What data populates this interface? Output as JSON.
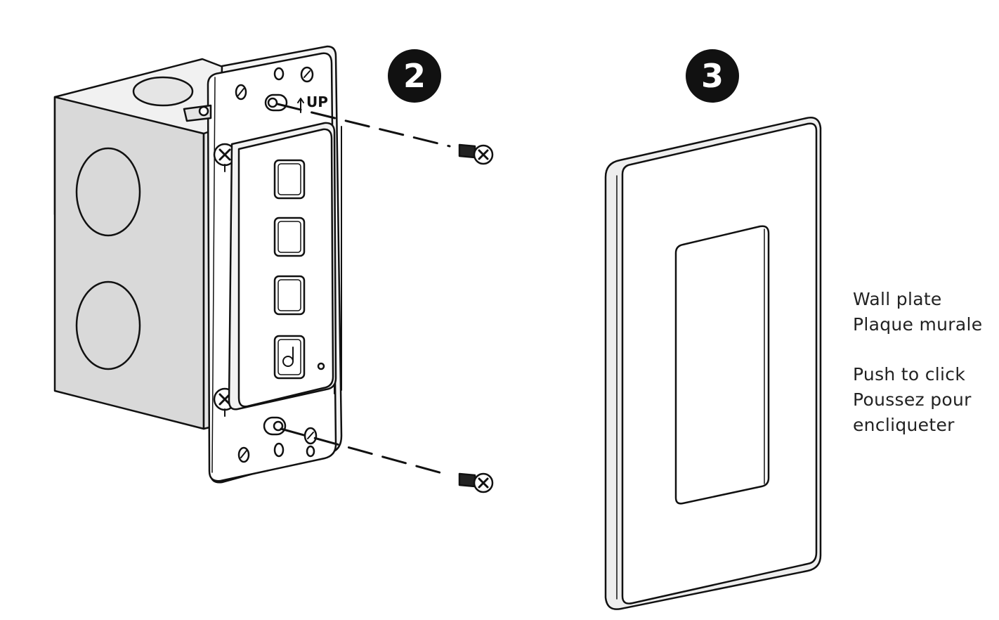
{
  "steps": {
    "step_2": "2",
    "step_3": "3"
  },
  "device": {
    "up_label": "UP"
  },
  "captions": {
    "wall_plate_en": "Wall plate",
    "wall_plate_fr": "Plaque murale",
    "push_en": "Push to click",
    "push_fr_line1": "Poussez pour",
    "push_fr_line2": "encliqueter"
  },
  "colors": {
    "ink": "#111111",
    "box_gray": "#d9d9d9",
    "box_side": "#e8e8e8",
    "background": "#ffffff"
  },
  "icons": {
    "step_badge": "numbered-circle",
    "screw": "phillips-screw-icon",
    "logo": "d-logo-icon"
  }
}
